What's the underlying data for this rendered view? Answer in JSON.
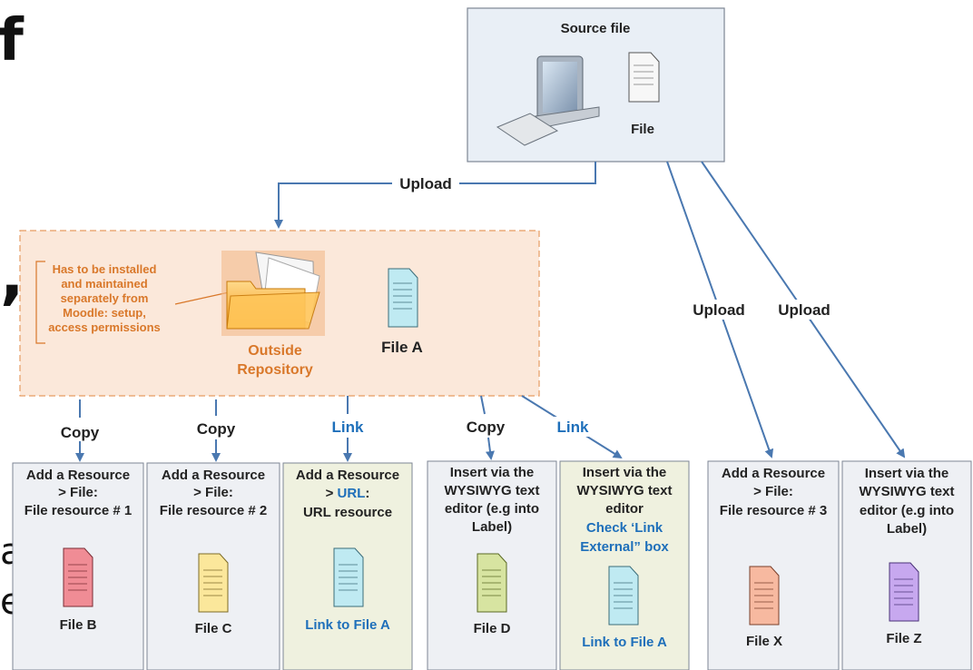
{
  "background_fragments": {
    "top": "f",
    "middle": ",",
    "bottom1": "a",
    "bottom2": "e"
  },
  "source": {
    "title": "Source file",
    "file_label": "File"
  },
  "repository": {
    "note_lines": [
      "Has to be installed",
      "and maintained",
      "separately from",
      "Moodle: setup,",
      "access permissions"
    ],
    "title_lines": [
      "Outside",
      "Repository"
    ],
    "file_label": "File A"
  },
  "edges": {
    "upload_main": "Upload",
    "upload_x": "Upload",
    "upload_z": "Upload",
    "copy_b": "Copy",
    "copy_c": "Copy",
    "link_a": "Link",
    "copy_d": "Copy",
    "link_e": "Link"
  },
  "targets": [
    {
      "lines": [
        "Add a Resource",
        "> File:",
        "File resource # 1"
      ],
      "file": "File B"
    },
    {
      "lines": [
        "Add a Resource",
        "> File:",
        "File resource # 2"
      ],
      "file": "File C"
    },
    {
      "line1": "Add a Resource",
      "line2_prefix": ">",
      "line2_link": "URL",
      "line2_suffix": ":",
      "line3": "URL resource",
      "file": "Link to File A"
    },
    {
      "lines": [
        "Insert via the",
        "WYSIWYG text",
        "editor (e.g into",
        "Label)"
      ],
      "file": "File D"
    },
    {
      "lines": [
        "Insert via the",
        "WYSIWYG text",
        "editor"
      ],
      "blue_lines": [
        "Check ‘Link",
        "External” box"
      ],
      "file": "Link to File A"
    },
    {
      "lines": [
        "Add a Resource",
        "> File:",
        "File resource # 3"
      ],
      "file": "File X"
    },
    {
      "lines": [
        "Insert via the",
        "WYSIWYG text",
        "editor (e.g into",
        "Label)"
      ],
      "file": "File Z"
    }
  ],
  "colors": {
    "arrow": "#4a78b0",
    "source_box": "#e9eff6",
    "repo_box": "#fbe8da",
    "repo_border": "#e79b62",
    "green_box": "#eff1df",
    "grey_box": "#eef0f4"
  }
}
